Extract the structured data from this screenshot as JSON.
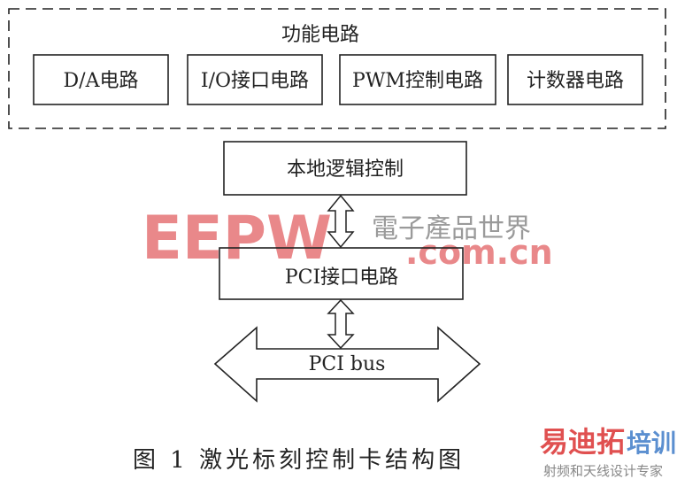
{
  "diagram": {
    "group_title": "功能电路",
    "function_blocks": [
      {
        "label": "D/A电路"
      },
      {
        "label": "I/O接口电路"
      },
      {
        "label": "PWM控制电路"
      },
      {
        "label": "计数器电路"
      }
    ],
    "local_logic": "本地逻辑控制",
    "pci_interface": "PCI接口电路",
    "pci_bus": "PCI bus",
    "caption": "图 1   激光标刻控制卡结构图"
  },
  "watermarks": {
    "eepw_logo": "EEPW",
    "eepw_cn": "電子產品世界",
    "eepw_domain": ".com.cn",
    "bottom_logo_red": "易迪拓",
    "bottom_logo_blue": "培训",
    "bottom_slogan": "射频和天线设计专家"
  },
  "colors": {
    "line": "#222222",
    "watermark_pink": "#e9888a",
    "watermark_gray": "#9a9a9a",
    "logo_blue": "#5b8fd0"
  }
}
